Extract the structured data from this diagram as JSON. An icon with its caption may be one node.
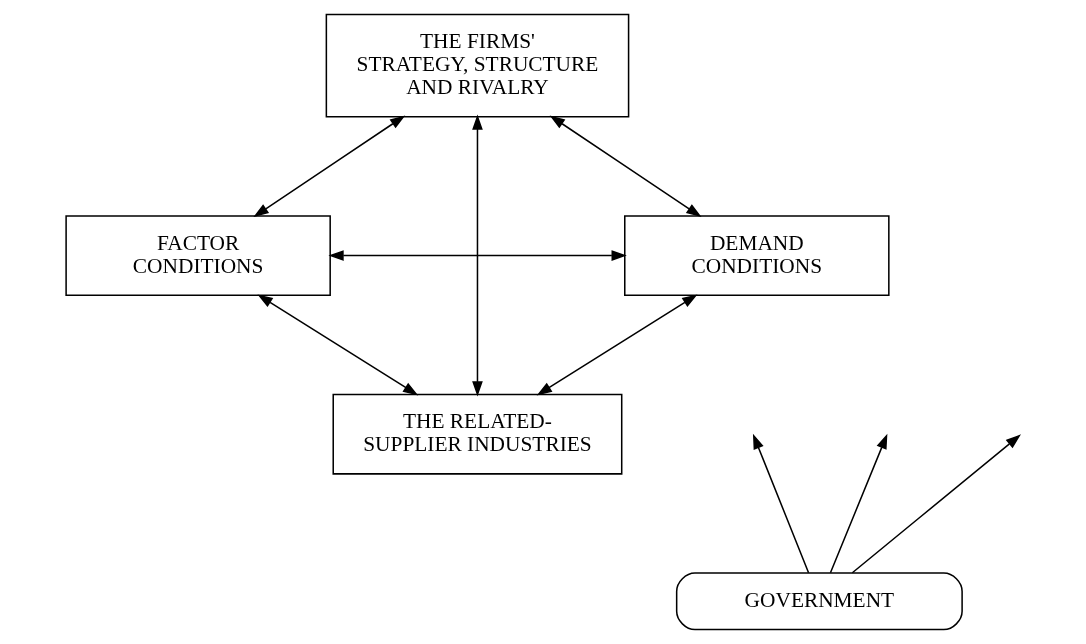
{
  "diagram": {
    "nodes": [
      {
        "text": [
          "THE FIRMS' STRATEGY, STRUCTURE AND RIVALRY"
        ]
      },
      {
        "text": [
          "FACTOR CONDITIONS"
        ]
      },
      {
        "text": [
          "DEMAND CONDITIONS"
        ]
      },
      {
        "text": [
          "THE RELATED- SUPPLIER INDUSTRIES"
        ]
      },
      {
        "text": [
          "GOVERNMENT"
        ]
      }
    ],
    "edges": [
      {
        "from": 0,
        "to": 1,
        "arrow": "both"
      },
      {
        "from": 0,
        "to": 2,
        "arrow": "both"
      },
      {
        "from": 1,
        "to": 2,
        "arrow": "both"
      },
      {
        "from": 0,
        "to": 3,
        "arrow": "both"
      },
      {
        "from": 1,
        "to": 3,
        "arrow": "both"
      },
      {
        "from": 2,
        "to": 3,
        "arrow": "both"
      },
      {
        "from": 4,
        "to": null,
        "arrow": "to"
      },
      {
        "from": 4,
        "to": null,
        "arrow": "to"
      },
      {
        "from": 4,
        "to": null,
        "arrow": "to"
      }
    ]
  }
}
